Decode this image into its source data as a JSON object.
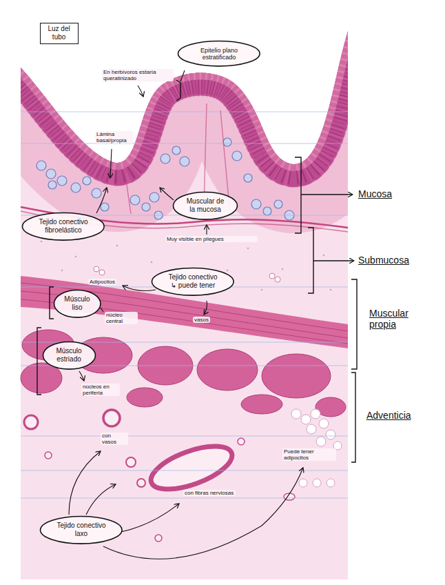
{
  "diagram": {
    "nodes": [
      {
        "text": [
          "Luz del tubo"
        ]
      },
      {
        "text": [
          "Epitelio plano estratificado"
        ]
      },
      {
        "text": [
          "Muscular de la mucosa"
        ]
      },
      {
        "text": [
          "Tejido conectivo fibroelástico"
        ]
      },
      {
        "text": [
          "Tejido conectivo",
          "↳ puede tener"
        ]
      },
      {
        "text": [
          "Músculo liso"
        ]
      },
      {
        "text": [
          "Músculo estriado"
        ]
      },
      {
        "text": [
          "Tejido conectivo laxo"
        ]
      }
    ],
    "labels": [
      "En herbívoros estaría queratinizado",
      "Lámina basal/propia",
      "Mucosa",
      "Muy visible en pliegues",
      "Submucosa",
      "Adipocitos",
      "núcleo central",
      "vasos",
      "Muscular propia",
      "núcleos en periferia",
      "Adventicia",
      "con vasos",
      "Puede tener adipocitos",
      "con fibras nerviosas"
    ]
  }
}
